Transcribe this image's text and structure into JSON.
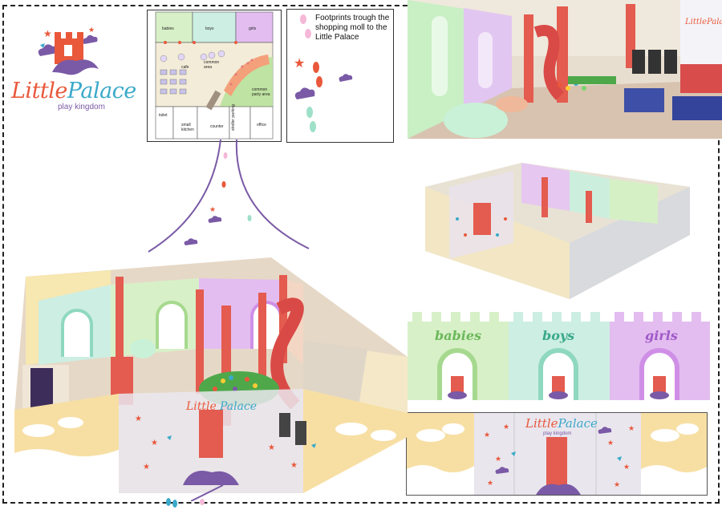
{
  "logo": {
    "title_part1": "Little",
    "title_part2": "Palace",
    "subtitle": "play kingdom"
  },
  "plan": {
    "rooms": [
      "babies",
      "boys",
      "girls",
      "cafe",
      "common area",
      "common party area",
      "toilet",
      "small kitchen",
      "counter",
      "stroller parking",
      "office"
    ]
  },
  "note": {
    "text": "Footprints trough the shopping moll to the Little Palace"
  },
  "walls": {
    "babies": "babies",
    "boys": "boys",
    "girls": "girls"
  },
  "strip": {
    "title_part1": "Little",
    "title_part2": "Palace",
    "subtitle": "play kingdom"
  },
  "render": {
    "sign_title": "LittlePalace"
  },
  "colors": {
    "red": "#e9583b",
    "blue": "#3aa9c9",
    "purple": "#7a5aa6",
    "babies_green": "#d8f0c8",
    "boys_mint": "#cdeee3",
    "girls_violet": "#e3bdf0",
    "sand": "#f7dfa4"
  }
}
